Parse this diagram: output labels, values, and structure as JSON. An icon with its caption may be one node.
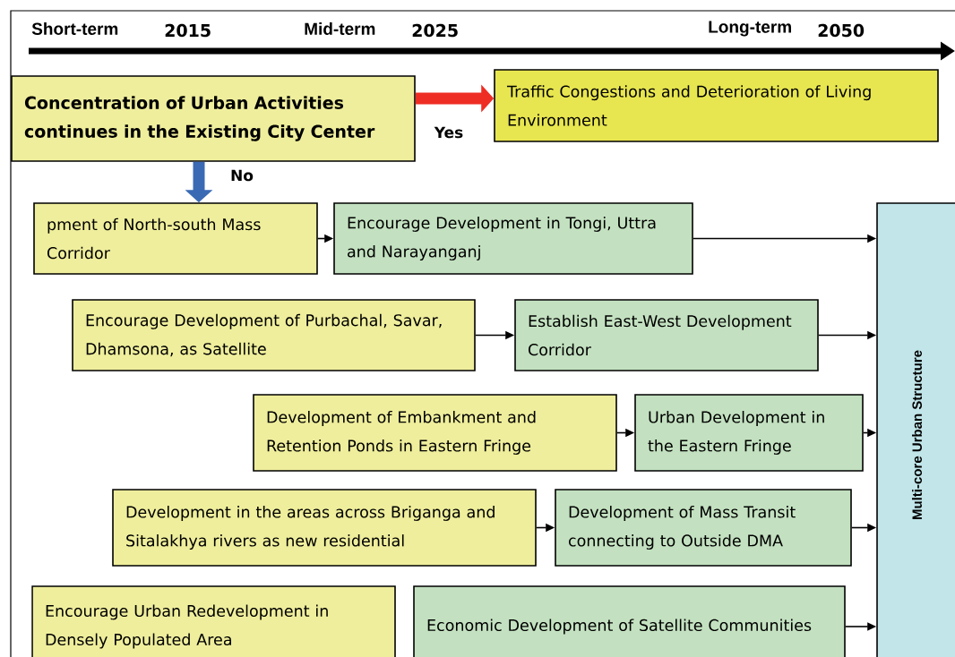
{
  "diagram": {
    "nodes": [
      {
        "text": [
          "Concentration of Urban Activities continues in the Existing City Center"
        ]
      },
      {
        "text": [
          "Traffic Congestions and Deterioration of Living Environment"
        ]
      },
      {
        "text": [
          "pment of North-south Mass Corridor"
        ]
      },
      {
        "text": [
          "Encourage Development in Tongi, Uttra and Narayanganj"
        ]
      },
      {
        "text": [
          "Encourage Development of Purbachal, Savar, Dhamsona, as Satellite"
        ]
      },
      {
        "text": [
          "Establish East-West Development Corridor"
        ]
      },
      {
        "text": [
          "Development of Embankment and Retention Ponds in Eastern Fringe"
        ]
      },
      {
        "text": [
          "Urban Development in the Eastern Fringe"
        ]
      },
      {
        "text": [
          "Development in the areas across Briganga and Sitalakhya rivers as new residential"
        ]
      },
      {
        "text": [
          "Development of Mass Transit connecting to Outside DMA"
        ]
      },
      {
        "text": [
          "Encourage Urban Redevelopment in Densely Populated Area"
        ]
      },
      {
        "text": [
          "Economic Development of Satellite Communities"
        ]
      },
      {
        "text": [
          "Multi-core Urban Structure"
        ]
      }
    ],
    "edges": [
      {
        "from": 0,
        "to": 1,
        "arrow": "to",
        "label": "Yes",
        "style": "thick",
        "color": "#ee2e24"
      },
      {
        "from": 0,
        "to": 2,
        "arrow": "to",
        "label": "No",
        "style": "thick",
        "color": "#3a6ab4"
      },
      {
        "from": 2,
        "to": 3,
        "arrow": "to"
      },
      {
        "from": 3,
        "to": 12,
        "arrow": "to"
      },
      {
        "from": 4,
        "to": 5,
        "arrow": "to"
      },
      {
        "from": 5,
        "to": 12,
        "arrow": "to"
      },
      {
        "from": 6,
        "to": 7,
        "arrow": "to"
      },
      {
        "from": 7,
        "to": 12,
        "arrow": "to"
      },
      {
        "from": 8,
        "to": 9,
        "arrow": "to"
      },
      {
        "from": 9,
        "to": 12,
        "arrow": "to"
      },
      {
        "from": 11,
        "to": 12,
        "arrow": "to"
      }
    ],
    "labels": [
      "Short-term",
      "2015",
      "Mid-term",
      "2025",
      "Long-term",
      "2050"
    ]
  }
}
